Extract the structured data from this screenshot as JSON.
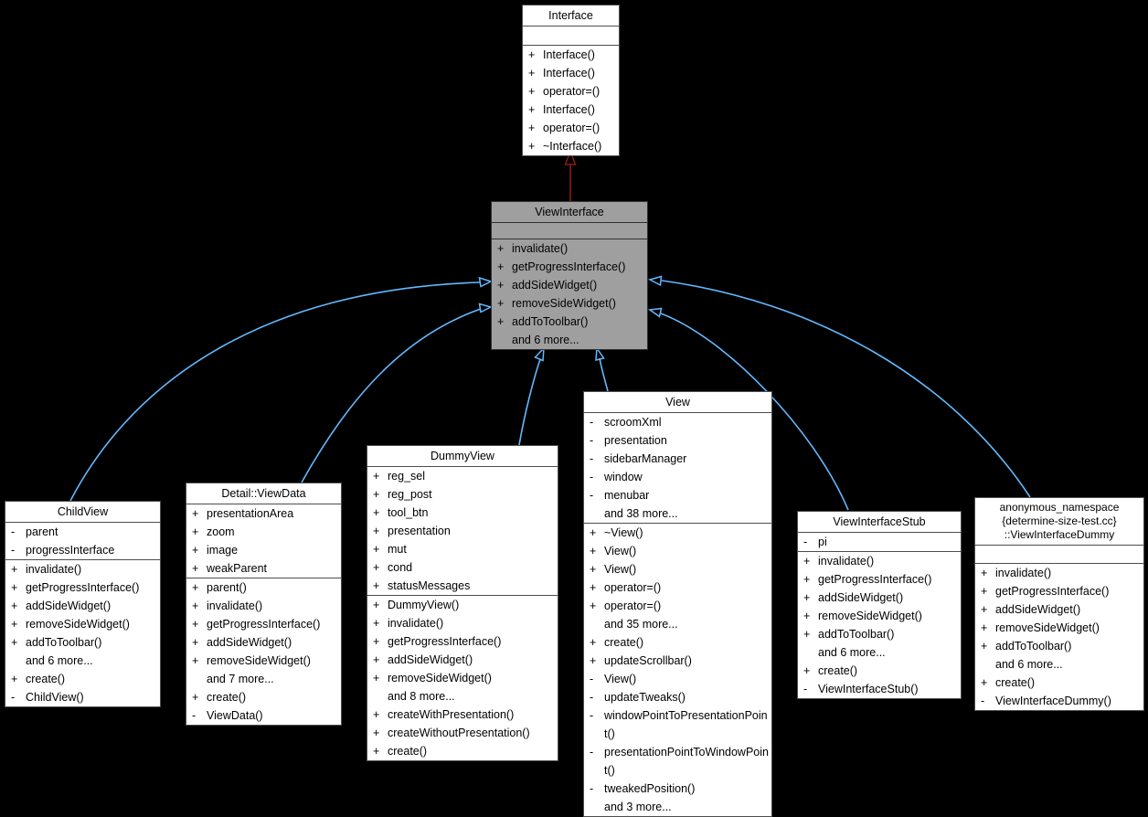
{
  "diagram": {
    "type": "uml-class-inheritance-diagram",
    "colors": {
      "background": "#000000",
      "node_fill": "#ffffff",
      "node_border": "#4d4d4d",
      "selected_node_fill": "#9f9f9f",
      "inheritance_edge_blue": "#63b8ff",
      "inheritance_edge_red": "#8b1a1a",
      "text": "#000000"
    }
  },
  "classes": [
    {
      "id": "interface",
      "name": "Interface",
      "attributes": [],
      "methods": [
        {
          "p": "+",
          "t": "Interface()"
        },
        {
          "p": "+",
          "t": "Interface()"
        },
        {
          "p": "+",
          "t": "operator=()"
        },
        {
          "p": "+",
          "t": "Interface()"
        },
        {
          "p": "+",
          "t": "operator=()"
        },
        {
          "p": "+",
          "t": "~Interface()"
        }
      ]
    },
    {
      "id": "viewinterface",
      "name": "ViewInterface",
      "highlighted": true,
      "attributes": [],
      "methods": [
        {
          "p": "+",
          "t": "invalidate()"
        },
        {
          "p": "+",
          "t": "getProgressInterface()"
        },
        {
          "p": "+",
          "t": "addSideWidget()"
        },
        {
          "p": "+",
          "t": "removeSideWidget()"
        },
        {
          "p": "+",
          "t": "addToToolbar()"
        },
        {
          "p": "",
          "t": "and 6 more..."
        }
      ]
    },
    {
      "id": "childview",
      "name": "ChildView",
      "attributes": [
        {
          "p": "-",
          "t": "parent"
        },
        {
          "p": "-",
          "t": "progressInterface"
        }
      ],
      "methods": [
        {
          "p": "+",
          "t": "invalidate()"
        },
        {
          "p": "+",
          "t": "getProgressInterface()"
        },
        {
          "p": "+",
          "t": "addSideWidget()"
        },
        {
          "p": "+",
          "t": "removeSideWidget()"
        },
        {
          "p": "+",
          "t": "addToToolbar()"
        },
        {
          "p": "",
          "t": "and 6 more..."
        },
        {
          "p": "+",
          "t": "create()"
        },
        {
          "p": "-",
          "t": "ChildView()"
        }
      ]
    },
    {
      "id": "viewdata",
      "name": "Detail::ViewData",
      "attributes": [
        {
          "p": "+",
          "t": "presentationArea"
        },
        {
          "p": "+",
          "t": "zoom"
        },
        {
          "p": "+",
          "t": "image"
        },
        {
          "p": "+",
          "t": "weakParent"
        }
      ],
      "methods": [
        {
          "p": "+",
          "t": "parent()"
        },
        {
          "p": "+",
          "t": "invalidate()"
        },
        {
          "p": "+",
          "t": "getProgressInterface()"
        },
        {
          "p": "+",
          "t": "addSideWidget()"
        },
        {
          "p": "+",
          "t": "removeSideWidget()"
        },
        {
          "p": "",
          "t": "and 7 more..."
        },
        {
          "p": "+",
          "t": "create()"
        },
        {
          "p": "-",
          "t": "ViewData()"
        }
      ]
    },
    {
      "id": "dummyview",
      "name": "DummyView",
      "attributes": [
        {
          "p": "+",
          "t": "reg_sel"
        },
        {
          "p": "+",
          "t": "reg_post"
        },
        {
          "p": "+",
          "t": "tool_btn"
        },
        {
          "p": "+",
          "t": "presentation"
        },
        {
          "p": "+",
          "t": "mut"
        },
        {
          "p": "+",
          "t": "cond"
        },
        {
          "p": "+",
          "t": "statusMessages"
        }
      ],
      "methods": [
        {
          "p": "+",
          "t": "DummyView()"
        },
        {
          "p": "+",
          "t": "invalidate()"
        },
        {
          "p": "+",
          "t": "getProgressInterface()"
        },
        {
          "p": "+",
          "t": "addSideWidget()"
        },
        {
          "p": "+",
          "t": "removeSideWidget()"
        },
        {
          "p": "",
          "t": "and 8 more..."
        },
        {
          "p": "+",
          "t": "createWithPresentation()"
        },
        {
          "p": "+",
          "t": "createWithoutPresentation()"
        },
        {
          "p": "+",
          "t": "create()"
        }
      ]
    },
    {
      "id": "view",
      "name": "View",
      "attributes": [
        {
          "p": "-",
          "t": "scroomXml"
        },
        {
          "p": "-",
          "t": "presentation"
        },
        {
          "p": "-",
          "t": "sidebarManager"
        },
        {
          "p": "-",
          "t": "window"
        },
        {
          "p": "-",
          "t": "menubar"
        },
        {
          "p": "",
          "t": "and 38 more..."
        }
      ],
      "methods": [
        {
          "p": "+",
          "t": "~View()"
        },
        {
          "p": "+",
          "t": "View()"
        },
        {
          "p": "+",
          "t": "View()"
        },
        {
          "p": "+",
          "t": "operator=()"
        },
        {
          "p": "+",
          "t": "operator=()"
        },
        {
          "p": "",
          "t": "and 35 more..."
        },
        {
          "p": "+",
          "t": "create()"
        },
        {
          "p": "+",
          "t": "updateScrollbar()"
        },
        {
          "p": "-",
          "t": "View()"
        },
        {
          "p": "-",
          "t": "updateTweaks()"
        },
        {
          "p": "-",
          "t": "windowPointToPresentationPoint()"
        },
        {
          "p": "-",
          "t": "presentationPointToWindowPoint()"
        },
        {
          "p": "-",
          "t": "tweakedPosition()"
        },
        {
          "p": "",
          "t": "and 3 more..."
        }
      ]
    },
    {
      "id": "viewinterfacestub",
      "name": "ViewInterfaceStub",
      "attributes": [
        {
          "p": "-",
          "t": "pi"
        }
      ],
      "methods": [
        {
          "p": "+",
          "t": "invalidate()"
        },
        {
          "p": "+",
          "t": "getProgressInterface()"
        },
        {
          "p": "+",
          "t": "addSideWidget()"
        },
        {
          "p": "+",
          "t": "removeSideWidget()"
        },
        {
          "p": "+",
          "t": "addToToolbar()"
        },
        {
          "p": "",
          "t": "and 6 more..."
        },
        {
          "p": "+",
          "t": "create()"
        },
        {
          "p": "-",
          "t": "ViewInterfaceStub()"
        }
      ]
    },
    {
      "id": "viewinterfacedummy",
      "name": "anonymous_namespace\n{determine-size-test.cc}\n::ViewInterfaceDummy",
      "attributes": [],
      "methods": [
        {
          "p": "+",
          "t": "invalidate()"
        },
        {
          "p": "+",
          "t": "getProgressInterface()"
        },
        {
          "p": "+",
          "t": "addSideWidget()"
        },
        {
          "p": "+",
          "t": "removeSideWidget()"
        },
        {
          "p": "+",
          "t": "addToToolbar()"
        },
        {
          "p": "",
          "t": "and 6 more..."
        },
        {
          "p": "+",
          "t": "create()"
        },
        {
          "p": "-",
          "t": "ViewInterfaceDummy()"
        }
      ]
    }
  ],
  "edges": [
    {
      "from": "ViewInterface",
      "to": "Interface",
      "relation": "inherits",
      "color": "#8b1a1a"
    },
    {
      "from": "ChildView",
      "to": "ViewInterface",
      "relation": "inherits",
      "color": "#63b8ff"
    },
    {
      "from": "Detail::ViewData",
      "to": "ViewInterface",
      "relation": "inherits",
      "color": "#63b8ff"
    },
    {
      "from": "DummyView",
      "to": "ViewInterface",
      "relation": "inherits",
      "color": "#63b8ff"
    },
    {
      "from": "View",
      "to": "ViewInterface",
      "relation": "inherits",
      "color": "#63b8ff"
    },
    {
      "from": "ViewInterfaceStub",
      "to": "ViewInterface",
      "relation": "inherits",
      "color": "#63b8ff"
    },
    {
      "from": "anonymous_namespace{determine-size-test.cc}::ViewInterfaceDummy",
      "to": "ViewInterface",
      "relation": "inherits",
      "color": "#63b8ff"
    }
  ]
}
